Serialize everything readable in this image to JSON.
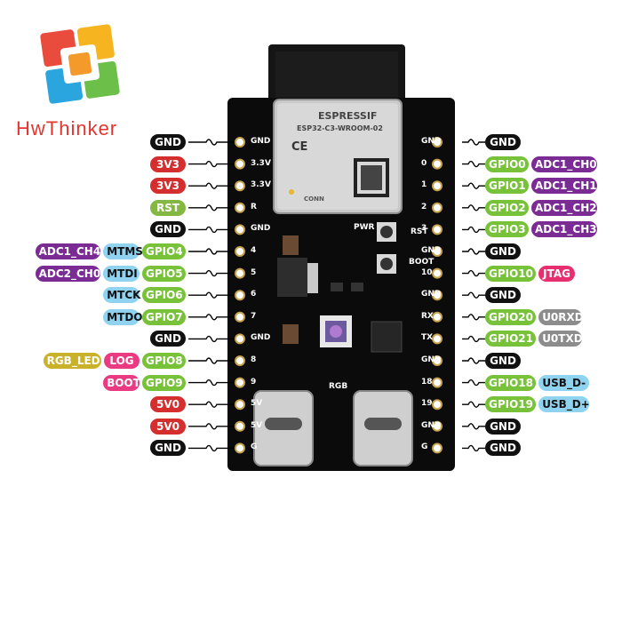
{
  "brand": {
    "name": "HwThinker"
  },
  "module": {
    "vendor": "ESPRESSIF",
    "model": "ESP32-C3-WROOM-02",
    "ce_mark": "CE",
    "text_line": "CONN"
  },
  "board_labels": {
    "pwr": "PWR",
    "rgb": "RGB",
    "rst": "RST",
    "boot": "BOOT"
  },
  "left_pins": [
    {
      "silk": "GND",
      "tags": [
        {
          "text": "GND",
          "kind": "gnd"
        }
      ]
    },
    {
      "silk": "3.3V",
      "tags": [
        {
          "text": "3V3",
          "kind": "pwr"
        }
      ]
    },
    {
      "silk": "3.3V",
      "tags": [
        {
          "text": "3V3",
          "kind": "pwr"
        }
      ]
    },
    {
      "silk": "R",
      "tags": [
        {
          "text": "RST",
          "kind": "rst"
        }
      ]
    },
    {
      "silk": "GND",
      "tags": [
        {
          "text": "GND",
          "kind": "gnd"
        }
      ]
    },
    {
      "silk": "4",
      "tags": [
        {
          "text": "ADC1_CH4",
          "kind": "adc"
        },
        {
          "text": "MTMS",
          "kind": "alt"
        },
        {
          "text": "GPIO4",
          "kind": "gpio"
        }
      ]
    },
    {
      "silk": "5",
      "tags": [
        {
          "text": "ADC2_CH0",
          "kind": "adc"
        },
        {
          "text": "MTDI",
          "kind": "alt"
        },
        {
          "text": "GPIO5",
          "kind": "gpio"
        }
      ]
    },
    {
      "silk": "6",
      "tags": [
        {
          "text": "MTCK",
          "kind": "alt"
        },
        {
          "text": "GPIO6",
          "kind": "gpio"
        }
      ]
    },
    {
      "silk": "7",
      "tags": [
        {
          "text": "MTDO",
          "kind": "alt"
        },
        {
          "text": "GPIO7",
          "kind": "gpio"
        }
      ]
    },
    {
      "silk": "GND",
      "tags": [
        {
          "text": "GND",
          "kind": "gnd"
        }
      ]
    },
    {
      "silk": "8",
      "tags": [
        {
          "text": "RGB_LED",
          "kind": "rgb"
        },
        {
          "text": "LOG",
          "kind": "log"
        },
        {
          "text": "GPIO8",
          "kind": "gpio"
        }
      ]
    },
    {
      "silk": "9",
      "tags": [
        {
          "text": "BOOT",
          "kind": "log"
        },
        {
          "text": "GPIO9",
          "kind": "gpio"
        }
      ]
    },
    {
      "silk": "5V",
      "tags": [
        {
          "text": "5V0",
          "kind": "pwr"
        }
      ]
    },
    {
      "silk": "5V",
      "tags": [
        {
          "text": "5V0",
          "kind": "pwr"
        }
      ]
    },
    {
      "silk": "G",
      "tags": [
        {
          "text": "GND",
          "kind": "gnd"
        }
      ]
    }
  ],
  "right_pins": [
    {
      "silk": "GND",
      "tags": [
        {
          "text": "GND",
          "kind": "gnd"
        }
      ]
    },
    {
      "silk": "0",
      "tags": [
        {
          "text": "GPIO0",
          "kind": "gpio"
        },
        {
          "text": "ADC1_CH0",
          "kind": "adc"
        }
      ]
    },
    {
      "silk": "1",
      "tags": [
        {
          "text": "GPIO1",
          "kind": "gpio"
        },
        {
          "text": "ADC1_CH1",
          "kind": "adc"
        }
      ]
    },
    {
      "silk": "2",
      "tags": [
        {
          "text": "GPIO2",
          "kind": "gpio"
        },
        {
          "text": "ADC1_CH2",
          "kind": "adc"
        }
      ]
    },
    {
      "silk": "3",
      "tags": [
        {
          "text": "GPIO3",
          "kind": "gpio"
        },
        {
          "text": "ADC1_CH3",
          "kind": "adc"
        }
      ]
    },
    {
      "silk": "GND",
      "tags": [
        {
          "text": "GND",
          "kind": "gnd"
        }
      ]
    },
    {
      "silk": "10",
      "tags": [
        {
          "text": "GPIO10",
          "kind": "gpio"
        },
        {
          "text": "JTAG",
          "kind": "jtag"
        }
      ]
    },
    {
      "silk": "GND",
      "tags": [
        {
          "text": "GND",
          "kind": "gnd"
        }
      ]
    },
    {
      "silk": "RX",
      "tags": [
        {
          "text": "GPIO20",
          "kind": "gpio"
        },
        {
          "text": "U0RXD",
          "kind": "uart"
        }
      ]
    },
    {
      "silk": "TX",
      "tags": [
        {
          "text": "GPIO21",
          "kind": "gpio"
        },
        {
          "text": "U0TXD",
          "kind": "uart"
        }
      ]
    },
    {
      "silk": "GND",
      "tags": [
        {
          "text": "GND",
          "kind": "gnd"
        }
      ]
    },
    {
      "silk": "18",
      "tags": [
        {
          "text": "GPIO18",
          "kind": "gpio"
        },
        {
          "text": "USB_D-",
          "kind": "alt"
        }
      ]
    },
    {
      "silk": "19",
      "tags": [
        {
          "text": "GPIO19",
          "kind": "gpio"
        },
        {
          "text": "USB_D+",
          "kind": "alt"
        }
      ]
    },
    {
      "silk": "GND",
      "tags": [
        {
          "text": "GND",
          "kind": "gnd"
        }
      ]
    },
    {
      "silk": "G",
      "tags": [
        {
          "text": "GND",
          "kind": "gnd"
        }
      ]
    }
  ],
  "colors": {
    "gnd": "#111111",
    "pwr": "#d52e2e",
    "gpio": "#78c23a",
    "adc": "#7a2b94",
    "alt": "#8fd3f0",
    "jtag": "#e72e6e",
    "uart": "#8c8c8c",
    "board": "#0b0b0b"
  }
}
